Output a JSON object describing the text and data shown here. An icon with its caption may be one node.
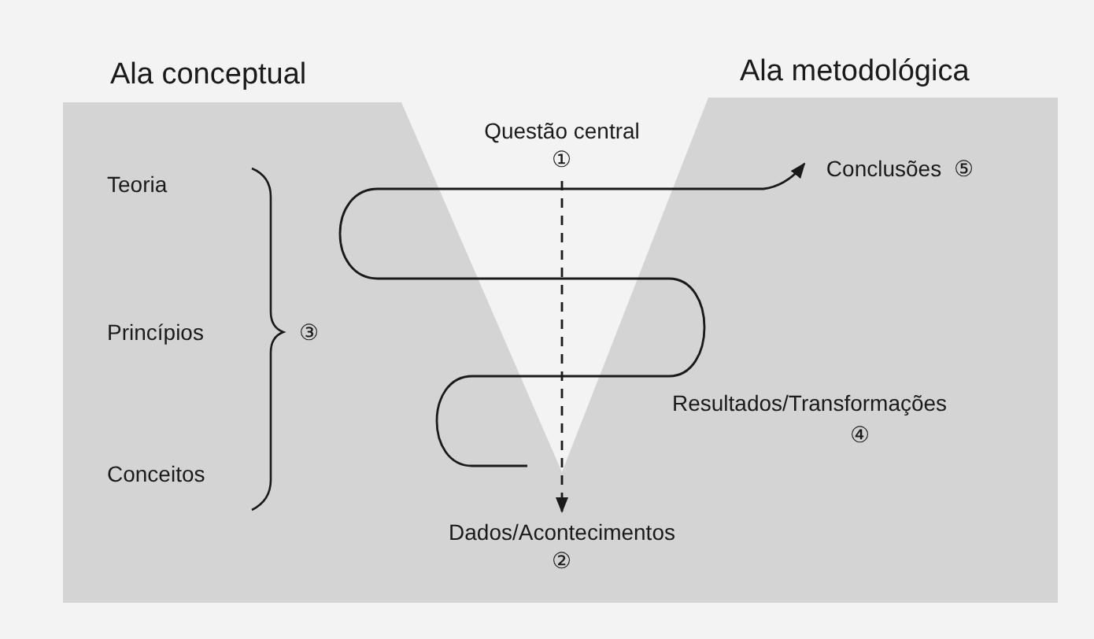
{
  "diagram": {
    "nodes": [
      {
        "text": [
          "Questão central",
          "①"
        ]
      },
      {
        "text": [
          "Dados/Acontecimentos",
          "②"
        ]
      },
      {
        "text": [
          "Conclusões",
          "⑤"
        ]
      }
    ],
    "edges": [
      {
        "from": 0,
        "to": 1,
        "arrow": "to",
        "style": "dashed"
      },
      {
        "from": null,
        "to": 2,
        "arrow": "to"
      }
    ],
    "labels": [
      "Ala conceptual",
      "Ala metodológica",
      "Teoria",
      "Princípios",
      "③",
      "Resultados/Transformações",
      "④",
      "Conceitos"
    ]
  }
}
